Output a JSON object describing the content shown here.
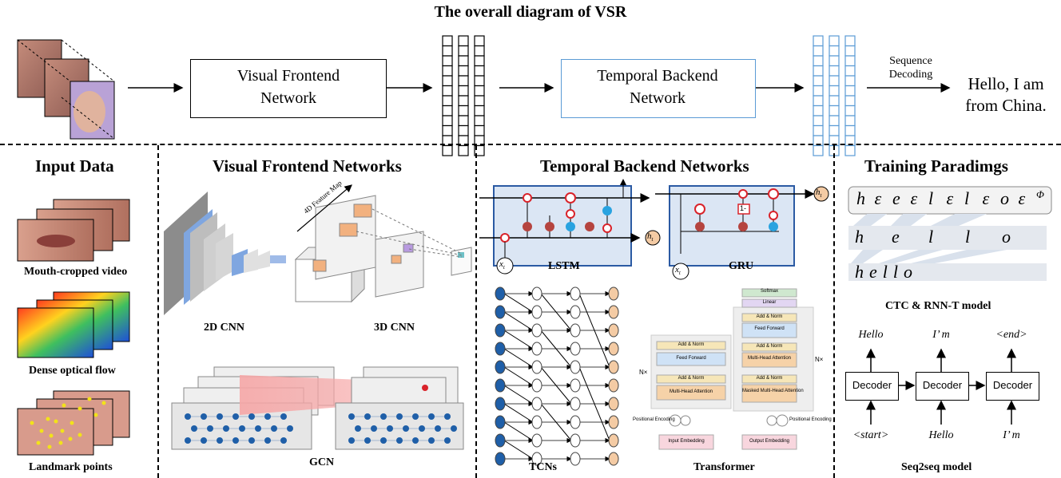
{
  "title": "The overall diagram of VSR",
  "pipeline": {
    "visual_frontend": "Visual Frontend Network",
    "temporal_backend": "Temporal Backend Network",
    "sequence_decoding": "Sequence Decoding",
    "output_sentence": "Hello, I am from China."
  },
  "sections": {
    "input_data": "Input Data",
    "visual_frontend_networks": "Visual Frontend Networks",
    "temporal_backend_networks": "Temporal Backend Networks",
    "training_paradigms": "Training Paradimgs"
  },
  "input_data": {
    "mouth_video": "Mouth-cropped video",
    "optical_flow": "Dense optical flow",
    "landmarks": "Landmark points"
  },
  "frontend": {
    "cnn2d": "2D CNN",
    "cnn3d": "3D CNN",
    "feature_map_label": "4D Feature Map",
    "gcn": "GCN"
  },
  "backend": {
    "lstm": "LSTM",
    "gru": "GRU",
    "tcns": "TCNs",
    "transformer": "Transformer",
    "ht": "h",
    "ht_sub": "t",
    "xt": "x",
    "xt_sub": "t",
    "gru_one_minus": "1-",
    "tf": {
      "softmax": "Softmax",
      "linear": "Linear",
      "add_norm": "Add & Norm",
      "feed_forward": "Feed Forward",
      "multi_head": "Multi-Head Attention",
      "masked_multi_head": "Masked Multi-Head Attention",
      "input_embedding": "Input Embedding",
      "output_embedding": "Output Embedding",
      "positional_encoding": "Positional Encoding",
      "nx": "N×"
    }
  },
  "training": {
    "ctc_row1": [
      "h",
      "ε",
      "e",
      "ε",
      "l",
      "ε",
      "l",
      "ε",
      "o",
      "ε",
      "Φ"
    ],
    "ctc_row2": [
      "h",
      "e",
      "l",
      "l",
      "o"
    ],
    "ctc_row3": "hello",
    "ctc_caption": "CTC & RNN-T model",
    "decoder": "Decoder",
    "outputs": [
      "Hello",
      "I’ m",
      "<end>"
    ],
    "inputs": [
      "<start>",
      "Hello",
      "I’ m"
    ],
    "seq2seq_caption": "Seq2seq model"
  },
  "colors": {
    "blue_accent": "#5b9bd5",
    "red_gate": "#d9232a",
    "orange": "#f4cba4",
    "navy_dot": "#1f5fa8"
  }
}
